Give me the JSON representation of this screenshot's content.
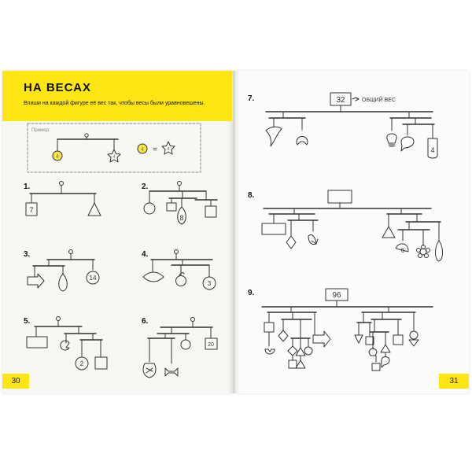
{
  "left_page": {
    "title": "НА ВЕСАХ",
    "instruction": "Впиши на каждой фигуре её вес так, чтобы весы были уравновешены.",
    "example_label": "Пример:",
    "example": {
      "weight_left": "4",
      "weight_right": "4",
      "equation_left": "4",
      "equation_sign": "=",
      "equation_right": "4"
    },
    "page_number": "30",
    "tasks": [
      {
        "number": "1.",
        "given": [
          "7"
        ]
      },
      {
        "number": "2.",
        "given": [
          "8"
        ]
      },
      {
        "number": "3.",
        "given": [
          "14"
        ]
      },
      {
        "number": "4.",
        "given": [
          "3"
        ]
      },
      {
        "number": "5.",
        "given": [
          "2"
        ]
      },
      {
        "number": "6.",
        "given": [
          "20"
        ]
      }
    ]
  },
  "right_page": {
    "page_number": "31",
    "tasks": [
      {
        "number": "7.",
        "total": "32",
        "total_label": "ОБЩИЙ ВЕС",
        "given": [
          "4"
        ]
      },
      {
        "number": "8.",
        "total": "",
        "given": [
          "6"
        ]
      },
      {
        "number": "9.",
        "total": "96",
        "given": []
      }
    ]
  },
  "colors": {
    "accent_yellow": "#fde613",
    "line": "#333333",
    "example_highlight": "#f7e34a"
  }
}
